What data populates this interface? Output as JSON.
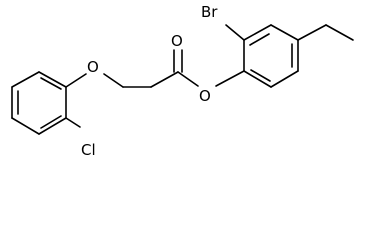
{
  "molecule": {
    "atoms": {
      "bromine": "Br",
      "chlorine": "Cl",
      "ether_oxygen": "O",
      "carbonyl_oxygen": "O",
      "ester_oxygen": "O"
    }
  },
  "colors": {
    "background": "#ffffff",
    "bond": "#000000",
    "label": "#000000"
  }
}
